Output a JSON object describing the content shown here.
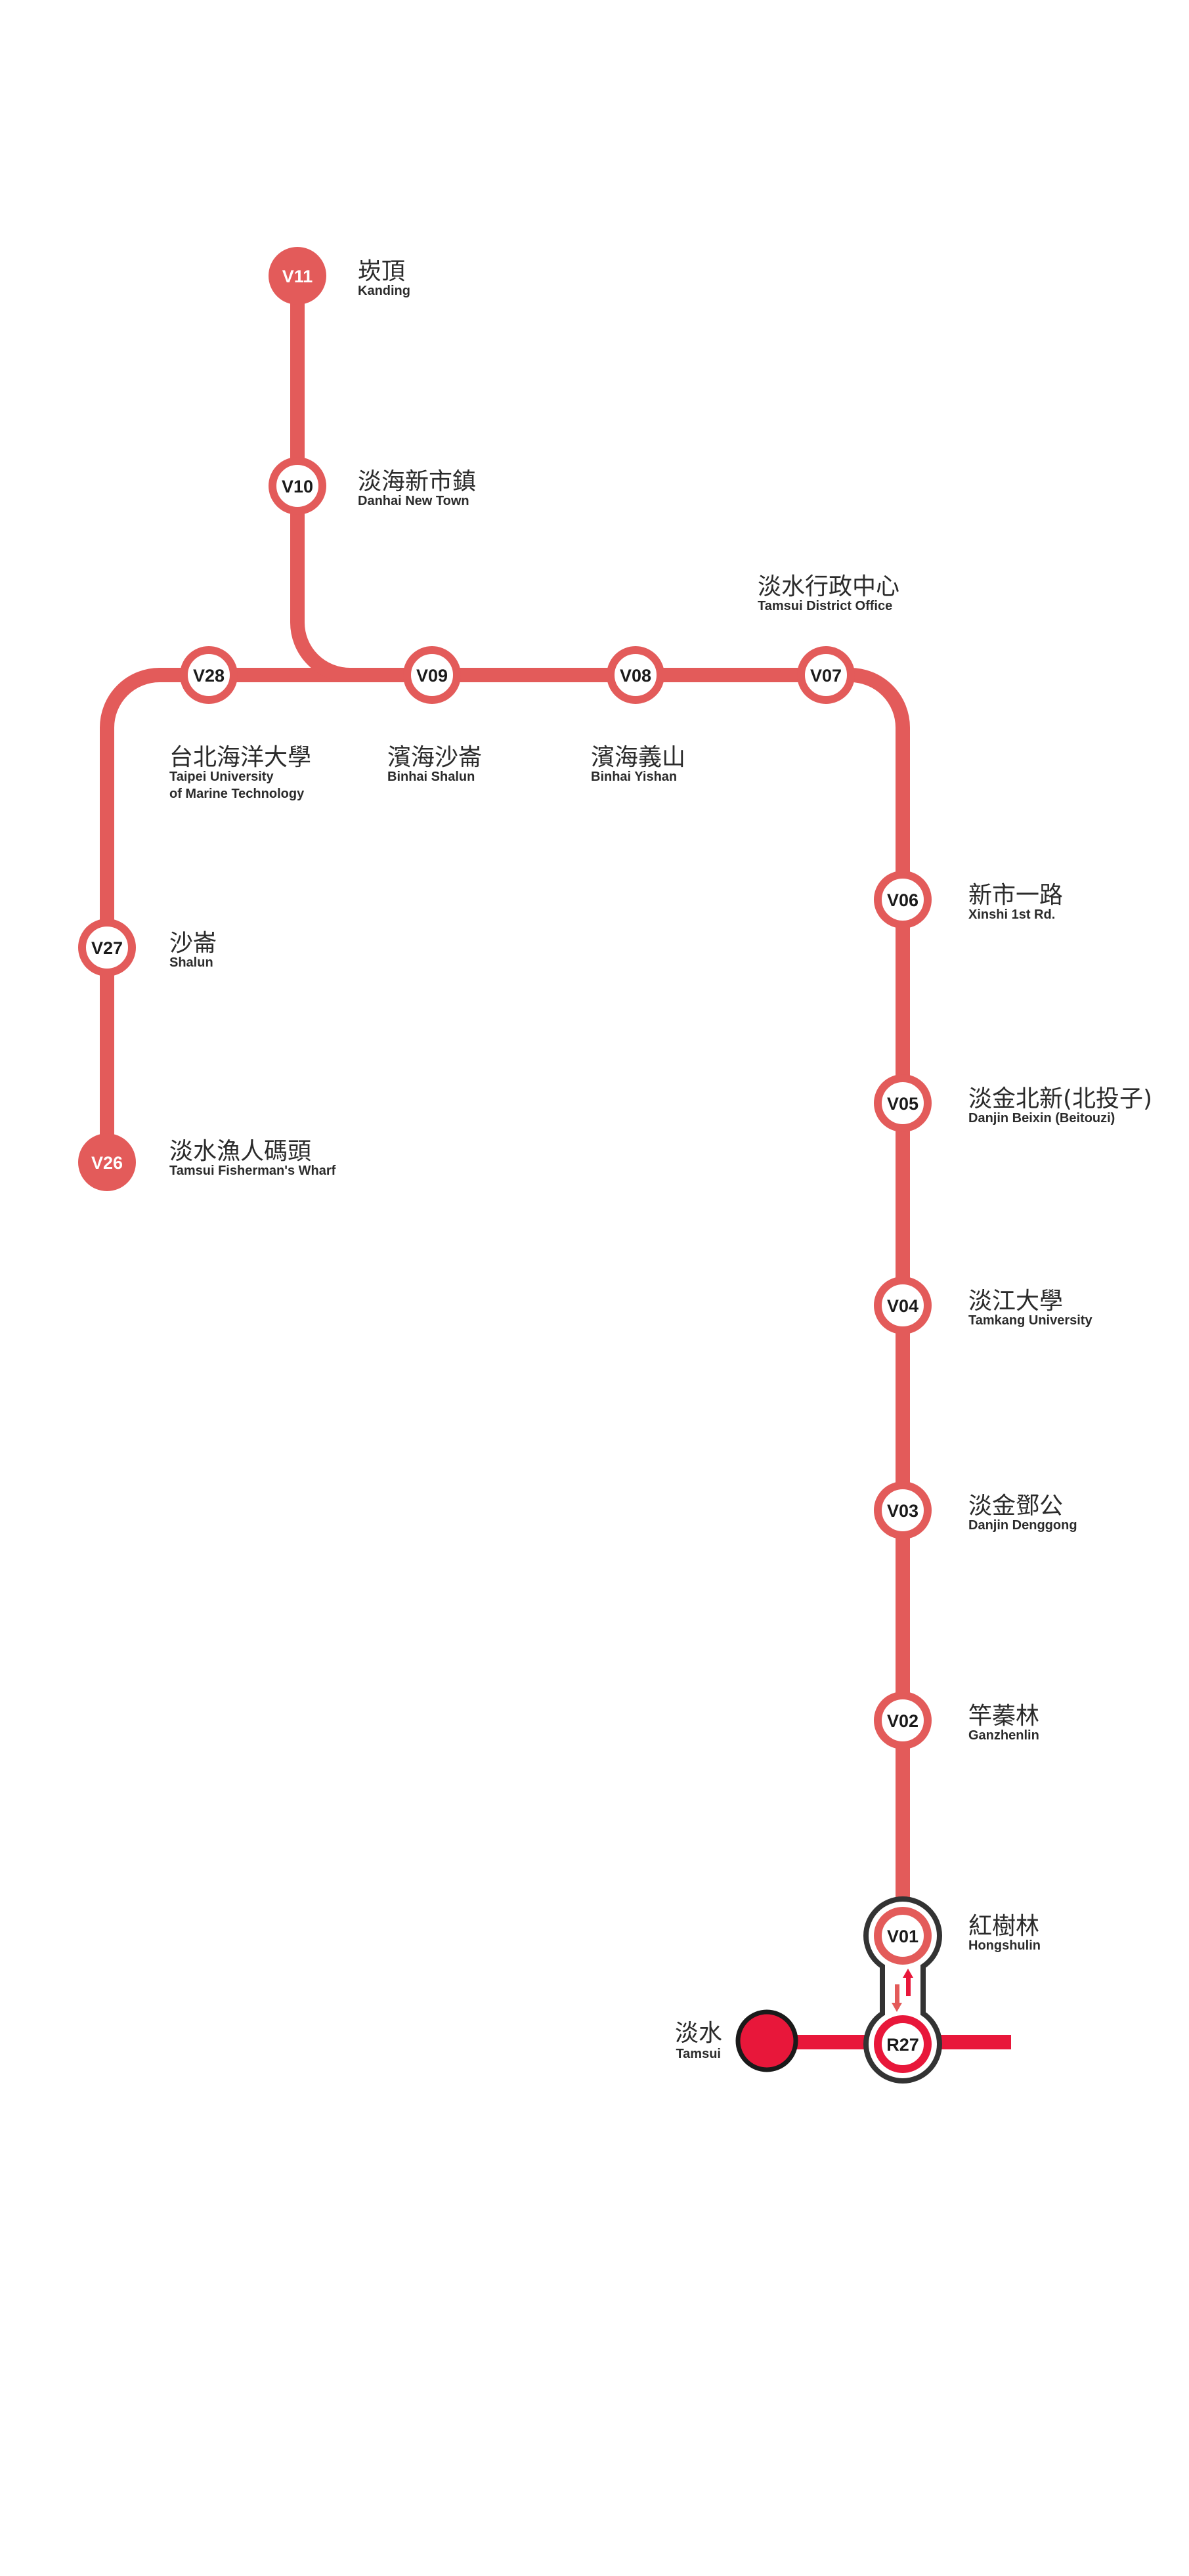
{
  "colors": {
    "line": "#E35B5A",
    "red_line": "#E8173A",
    "outline": "#333333"
  },
  "stations": [
    {
      "code": "V11",
      "zh": "崁頂",
      "en": "Kanding",
      "terminal": true
    },
    {
      "code": "V10",
      "zh": "淡海新市鎮",
      "en": "Danhai New Town"
    },
    {
      "code": "V28",
      "zh": "台北海洋大學",
      "en": "Taipei University",
      "en2": "of Marine Technology"
    },
    {
      "code": "V09",
      "zh": "濱海沙崙",
      "en": "Binhai Shalun"
    },
    {
      "code": "V08",
      "zh": "濱海義山",
      "en": "Binhai Yishan"
    },
    {
      "code": "V07",
      "zh": "淡水行政中心",
      "en": "Tamsui District Office"
    },
    {
      "code": "V27",
      "zh": "沙崙",
      "en": "Shalun"
    },
    {
      "code": "V26",
      "zh": "淡水漁人碼頭",
      "en": "Tamsui Fisherman's Wharf",
      "terminal": true
    },
    {
      "code": "V06",
      "zh": "新市一路",
      "en": "Xinshi 1st Rd."
    },
    {
      "code": "V05",
      "zh": "淡金北新(北投子)",
      "en": "Danjin Beixin (Beitouzi)"
    },
    {
      "code": "V04",
      "zh": "淡江大學",
      "en": "Tamkang University"
    },
    {
      "code": "V03",
      "zh": "淡金鄧公",
      "en": "Danjin Denggong"
    },
    {
      "code": "V02",
      "zh": "竿蓁林",
      "en": "Ganzhenlin"
    },
    {
      "code": "V01",
      "zh": "紅樹林",
      "en": "Hongshulin",
      "interchange": true
    },
    {
      "code": "R27",
      "interchange": true
    }
  ],
  "tamsui": {
    "zh": "淡水",
    "en": "Tamsui"
  }
}
